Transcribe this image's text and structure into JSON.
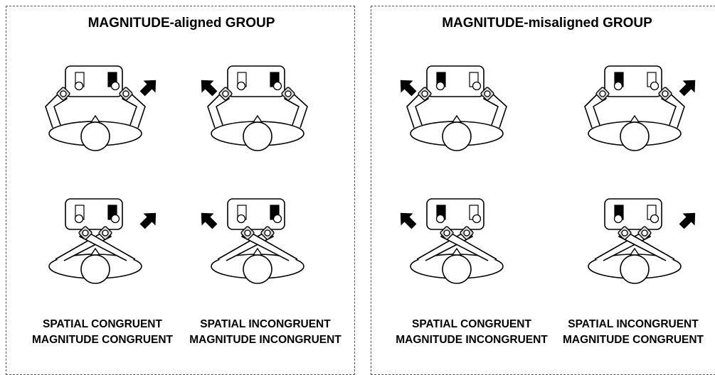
{
  "groups": [
    {
      "title": "MAGNITUDE-aligned GROUP",
      "conditions": [
        {
          "line1": "SPATIAL CONGRUENT",
          "line2": "MAGNITUDE CONGRUENT"
        },
        {
          "line1": "SPATIAL INCONGRUENT",
          "line2": "MAGNITUDE INCONGRUENT"
        }
      ]
    },
    {
      "title": "MAGNITUDE-misaligned GROUP",
      "conditions": [
        {
          "line1": "SPATIAL CONGRUENT",
          "line2": "MAGNITUDE INCONGRUENT"
        },
        {
          "line1": "SPATIAL INCONGRUENT",
          "line2": "MAGNITUDE CONGRUENT"
        }
      ]
    }
  ],
  "figures": [
    {
      "name": "aligned-parallel-right",
      "crossed": false,
      "filled_side": "right",
      "arrow_side": "right"
    },
    {
      "name": "aligned-parallel-left",
      "crossed": false,
      "filled_side": "right",
      "arrow_side": "left"
    },
    {
      "name": "aligned-crossed-right",
      "crossed": true,
      "filled_side": "right",
      "arrow_side": "right"
    },
    {
      "name": "aligned-crossed-left",
      "crossed": true,
      "filled_side": "right",
      "arrow_side": "left"
    },
    {
      "name": "misaligned-parallel-left",
      "crossed": false,
      "filled_side": "left",
      "arrow_side": "left"
    },
    {
      "name": "misaligned-parallel-right",
      "crossed": false,
      "filled_side": "left",
      "arrow_side": "right"
    },
    {
      "name": "misaligned-crossed-left",
      "crossed": true,
      "filled_side": "left",
      "arrow_side": "left"
    },
    {
      "name": "misaligned-crossed-right",
      "crossed": true,
      "filled_side": "left",
      "arrow_side": "right"
    }
  ]
}
